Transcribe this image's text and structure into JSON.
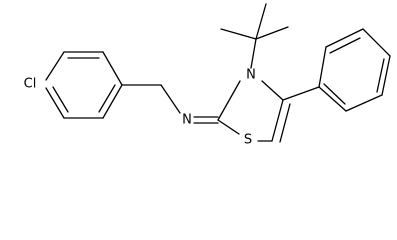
{
  "molecule": {
    "atoms": {
      "chlorine": "Cl",
      "imine_nitrogen": "N",
      "ring_nitrogen": "N",
      "sulfur": "S"
    },
    "colors": {
      "bond": "#000000",
      "label": "#000000",
      "background": "#ffffff"
    }
  }
}
